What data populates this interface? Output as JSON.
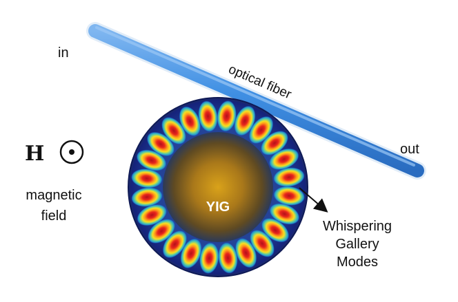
{
  "labels": {
    "in": "in",
    "out": "out",
    "fiber": "optical fiber",
    "field_symbol": "H",
    "field_text_line1": "magnetic",
    "field_text_line2": "field",
    "sphere": "YIG",
    "modes_line1": "Whispering",
    "modes_line2": "Gallery",
    "modes_line3": "Modes"
  },
  "colors": {
    "fiber": "#4a90e2",
    "fiber_dark": "#2f6fc4",
    "sphere_rim": "#1b2a8a",
    "sphere_core": "#e6a81a",
    "mode_hot": "#d4161c",
    "mode_warm": "#ffd21e",
    "mode_cool": "#2aa6c8",
    "text": "#111111"
  },
  "mode_count": 24
}
